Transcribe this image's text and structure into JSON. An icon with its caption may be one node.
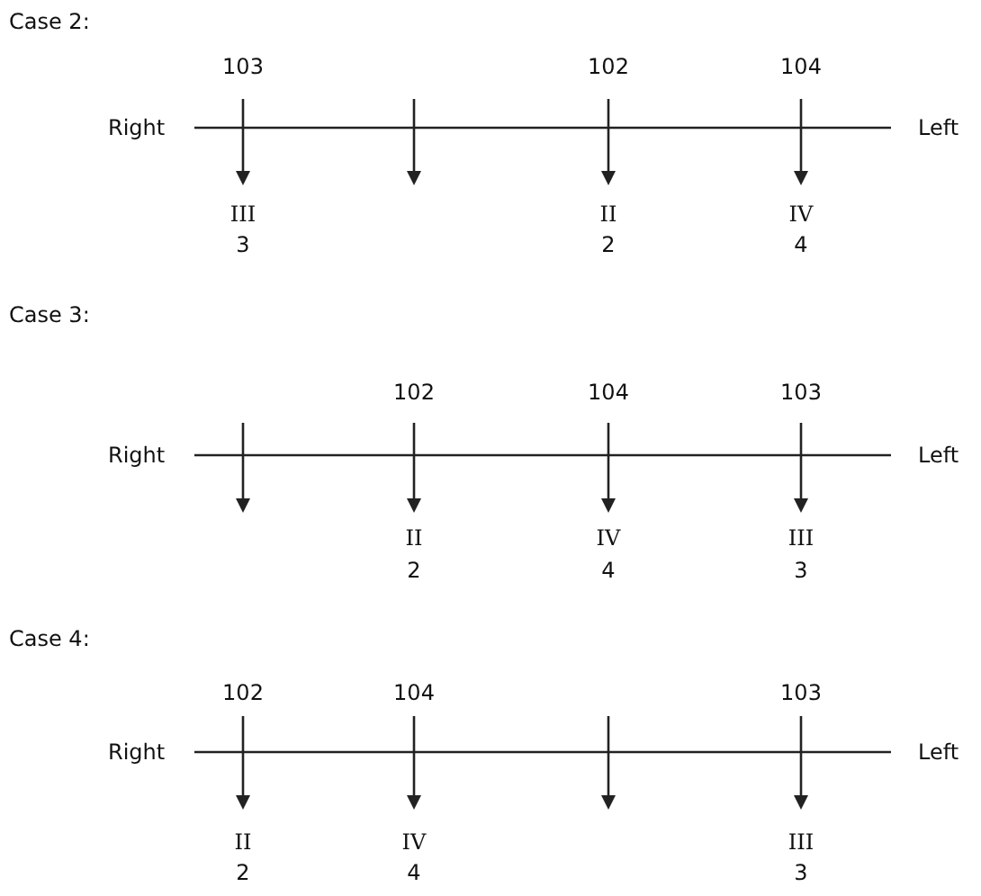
{
  "diagram": {
    "labels": [
      "Case 2:",
      "103",
      "102",
      "104",
      "Right",
      "Left",
      "III",
      "II",
      "IV",
      "3",
      "2",
      "4",
      "Case 3:",
      "102",
      "104",
      "103",
      "Right",
      "Left",
      "II",
      "IV",
      "III",
      "2",
      "4",
      "3",
      "Case 4:",
      "102",
      "104",
      "103",
      "Right",
      "Left",
      "II",
      "IV",
      "III",
      "2",
      "4",
      "3"
    ]
  }
}
